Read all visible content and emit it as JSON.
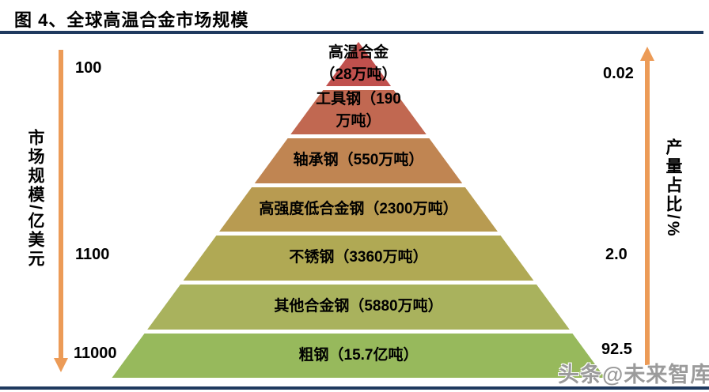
{
  "title": "图 4、全球高温合金市场规模",
  "watermark": "头条@未来智库",
  "colors": {
    "rule": "#1F3A5F",
    "arrow": "#EC9B57",
    "background": "#FFFFFF",
    "label_text": "#000000"
  },
  "chart_data": {
    "type": "pyramid",
    "title": "图 4、全球高温合金市场规模",
    "left_axis": {
      "title": "市场规模/亿美元",
      "unit": "亿美元",
      "direction": "down",
      "ticks": [
        "100",
        "1100",
        "11000"
      ]
    },
    "right_axis": {
      "title": "产量占比/%",
      "unit": "%",
      "direction": "up",
      "ticks": [
        "0.02",
        "2.0",
        "92.5"
      ]
    },
    "levels": [
      {
        "name": "高温合金",
        "volume": "28万吨",
        "label": "高温合金\n（28万吨）",
        "color": "#C0504D"
      },
      {
        "name": "工具钢",
        "volume": "190万吨",
        "label": "工具钢（190\n万吨）",
        "color": "#C16851"
      },
      {
        "name": "轴承钢",
        "volume": "550万吨",
        "label": "轴承钢（550万吨）",
        "color": "#C08552"
      },
      {
        "name": "高强度低合金钢",
        "volume": "2300万吨",
        "label": "高强度低合金钢（2300万吨）",
        "color": "#B89B51"
      },
      {
        "name": "不锈钢",
        "volume": "3360万吨",
        "label": "不锈钢（3360万吨）",
        "color": "#B0A954"
      },
      {
        "name": "其他合金钢",
        "volume": "5880万吨",
        "label": "其他合金钢（5880万吨）",
        "color": "#A9B25D"
      },
      {
        "name": "粗钢",
        "volume": "15.7亿吨",
        "label": "粗钢（15.7亿吨）",
        "color": "#97B95C"
      }
    ]
  }
}
